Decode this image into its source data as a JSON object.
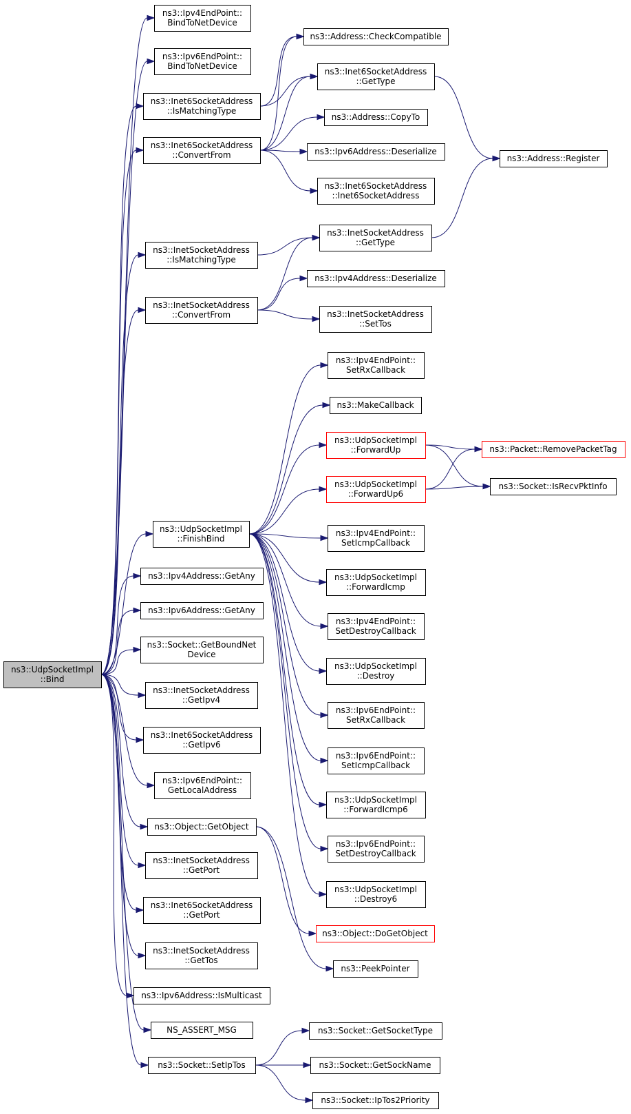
{
  "colors": {
    "edge": "#191970",
    "root_fill": "#bfbfbf",
    "node_fill": "#ffffff",
    "truncated_border": "#ff0000"
  },
  "nodes": [
    {
      "id": "root",
      "lines": [
        "ns3::UdpSocketImpl",
        "::Bind"
      ],
      "kind": "root"
    },
    {
      "id": "n1",
      "lines": [
        "ns3::Ipv4EndPoint::",
        "BindToNetDevice"
      ]
    },
    {
      "id": "n2",
      "lines": [
        "ns3::Ipv6EndPoint::",
        "BindToNetDevice"
      ]
    },
    {
      "id": "n3",
      "lines": [
        "ns3::Inet6SocketAddress",
        "::IsMatchingType"
      ]
    },
    {
      "id": "n4",
      "lines": [
        "ns3::Inet6SocketAddress",
        "::ConvertFrom"
      ]
    },
    {
      "id": "n5",
      "lines": [
        "ns3::InetSocketAddress",
        "::IsMatchingType"
      ]
    },
    {
      "id": "n6",
      "lines": [
        "ns3::InetSocketAddress",
        "::ConvertFrom"
      ]
    },
    {
      "id": "n7",
      "lines": [
        "ns3::UdpSocketImpl",
        "::FinishBind"
      ]
    },
    {
      "id": "n8",
      "lines": [
        "ns3::Ipv4Address::GetAny"
      ]
    },
    {
      "id": "n9",
      "lines": [
        "ns3::Ipv6Address::GetAny"
      ]
    },
    {
      "id": "n10",
      "lines": [
        "ns3::Socket::GetBoundNet",
        "Device"
      ]
    },
    {
      "id": "n11",
      "lines": [
        "ns3::InetSocketAddress",
        "::GetIpv4"
      ]
    },
    {
      "id": "n12",
      "lines": [
        "ns3::Inet6SocketAddress",
        "::GetIpv6"
      ]
    },
    {
      "id": "n13",
      "lines": [
        "ns3::Ipv6EndPoint::",
        "GetLocalAddress"
      ]
    },
    {
      "id": "n14",
      "lines": [
        "ns3::Object::GetObject"
      ]
    },
    {
      "id": "n15",
      "lines": [
        "ns3::InetSocketAddress",
        "::GetPort"
      ]
    },
    {
      "id": "n16",
      "lines": [
        "ns3::Inet6SocketAddress",
        "::GetPort"
      ]
    },
    {
      "id": "n17",
      "lines": [
        "ns3::InetSocketAddress",
        "::GetTos"
      ]
    },
    {
      "id": "n18",
      "lines": [
        "ns3::Ipv6Address::IsMulticast"
      ]
    },
    {
      "id": "n19",
      "lines": [
        "NS_ASSERT_MSG"
      ]
    },
    {
      "id": "n20",
      "lines": [
        "ns3::Socket::SetIpTos"
      ]
    },
    {
      "id": "m1",
      "lines": [
        "ns3::Address::CheckCompatible"
      ]
    },
    {
      "id": "m2",
      "lines": [
        "ns3::Inet6SocketAddress",
        "::GetType"
      ]
    },
    {
      "id": "m3",
      "lines": [
        "ns3::Address::CopyTo"
      ]
    },
    {
      "id": "m4",
      "lines": [
        "ns3::Ipv6Address::Deserialize"
      ]
    },
    {
      "id": "m5",
      "lines": [
        "ns3::Inet6SocketAddress",
        "::Inet6SocketAddress"
      ]
    },
    {
      "id": "m6",
      "lines": [
        "ns3::InetSocketAddress",
        "::GetType"
      ]
    },
    {
      "id": "m7",
      "lines": [
        "ns3::Ipv4Address::Deserialize"
      ]
    },
    {
      "id": "m8",
      "lines": [
        "ns3::InetSocketAddress",
        "::SetTos"
      ]
    },
    {
      "id": "m9",
      "lines": [
        "ns3::Ipv4EndPoint::",
        "SetRxCallback"
      ]
    },
    {
      "id": "m10",
      "lines": [
        "ns3::MakeCallback"
      ]
    },
    {
      "id": "m11",
      "lines": [
        "ns3::UdpSocketImpl",
        "::ForwardUp"
      ],
      "kind": "trunc"
    },
    {
      "id": "m12",
      "lines": [
        "ns3::UdpSocketImpl",
        "::ForwardUp6"
      ],
      "kind": "trunc"
    },
    {
      "id": "m13",
      "lines": [
        "ns3::Ipv4EndPoint::",
        "SetIcmpCallback"
      ]
    },
    {
      "id": "m14",
      "lines": [
        "ns3::UdpSocketImpl",
        "::ForwardIcmp"
      ]
    },
    {
      "id": "m15",
      "lines": [
        "ns3::Ipv4EndPoint::",
        "SetDestroyCallback"
      ]
    },
    {
      "id": "m16",
      "lines": [
        "ns3::UdpSocketImpl",
        "::Destroy"
      ]
    },
    {
      "id": "m17",
      "lines": [
        "ns3::Ipv6EndPoint::",
        "SetRxCallback"
      ]
    },
    {
      "id": "m18",
      "lines": [
        "ns3::Ipv6EndPoint::",
        "SetIcmpCallback"
      ]
    },
    {
      "id": "m19",
      "lines": [
        "ns3::UdpSocketImpl",
        "::ForwardIcmp6"
      ]
    },
    {
      "id": "m20",
      "lines": [
        "ns3::Ipv6EndPoint::",
        "SetDestroyCallback"
      ]
    },
    {
      "id": "m21",
      "lines": [
        "ns3::UdpSocketImpl",
        "::Destroy6"
      ]
    },
    {
      "id": "m22",
      "lines": [
        "ns3::Object::DoGetObject"
      ],
      "kind": "trunc"
    },
    {
      "id": "m23",
      "lines": [
        "ns3::PeekPointer"
      ]
    },
    {
      "id": "m24",
      "lines": [
        "ns3::Socket::GetSocketType"
      ]
    },
    {
      "id": "m25",
      "lines": [
        "ns3::Socket::GetSockName"
      ]
    },
    {
      "id": "m26",
      "lines": [
        "ns3::Socket::IpTos2Priority"
      ]
    },
    {
      "id": "r1",
      "lines": [
        "ns3::Address::Register"
      ]
    },
    {
      "id": "r2",
      "lines": [
        "ns3::Packet::RemovePacketTag"
      ],
      "kind": "trunc"
    },
    {
      "id": "r3",
      "lines": [
        "ns3::Socket::IsRecvPktInfo"
      ]
    }
  ],
  "edges": [
    [
      "root",
      "n1"
    ],
    [
      "root",
      "n2"
    ],
    [
      "root",
      "n3"
    ],
    [
      "root",
      "n4"
    ],
    [
      "root",
      "n5"
    ],
    [
      "root",
      "n6"
    ],
    [
      "root",
      "n7"
    ],
    [
      "root",
      "n8"
    ],
    [
      "root",
      "n9"
    ],
    [
      "root",
      "n10"
    ],
    [
      "root",
      "n11"
    ],
    [
      "root",
      "n12"
    ],
    [
      "root",
      "n13"
    ],
    [
      "root",
      "n14"
    ],
    [
      "root",
      "n15"
    ],
    [
      "root",
      "n16"
    ],
    [
      "root",
      "n17"
    ],
    [
      "root",
      "n18"
    ],
    [
      "root",
      "n19"
    ],
    [
      "root",
      "n20"
    ],
    [
      "n3",
      "m1"
    ],
    [
      "n3",
      "m2"
    ],
    [
      "n4",
      "m1"
    ],
    [
      "n4",
      "m2"
    ],
    [
      "n4",
      "m3"
    ],
    [
      "n4",
      "m4"
    ],
    [
      "n4",
      "m5"
    ],
    [
      "n5",
      "m6"
    ],
    [
      "n6",
      "m6"
    ],
    [
      "n6",
      "m7"
    ],
    [
      "n6",
      "m8"
    ],
    [
      "n7",
      "m9"
    ],
    [
      "n7",
      "m10"
    ],
    [
      "n7",
      "m11"
    ],
    [
      "n7",
      "m12"
    ],
    [
      "n7",
      "m13"
    ],
    [
      "n7",
      "m14"
    ],
    [
      "n7",
      "m15"
    ],
    [
      "n7",
      "m16"
    ],
    [
      "n7",
      "m17"
    ],
    [
      "n7",
      "m18"
    ],
    [
      "n7",
      "m19"
    ],
    [
      "n7",
      "m20"
    ],
    [
      "n7",
      "m21"
    ],
    [
      "n14",
      "m22"
    ],
    [
      "n14",
      "m23"
    ],
    [
      "n20",
      "m24"
    ],
    [
      "n20",
      "m25"
    ],
    [
      "n20",
      "m26"
    ],
    [
      "m2",
      "r1"
    ],
    [
      "m6",
      "r1"
    ],
    [
      "m11",
      "r2"
    ],
    [
      "m11",
      "r3"
    ],
    [
      "m12",
      "r2"
    ],
    [
      "m12",
      "r3"
    ]
  ]
}
